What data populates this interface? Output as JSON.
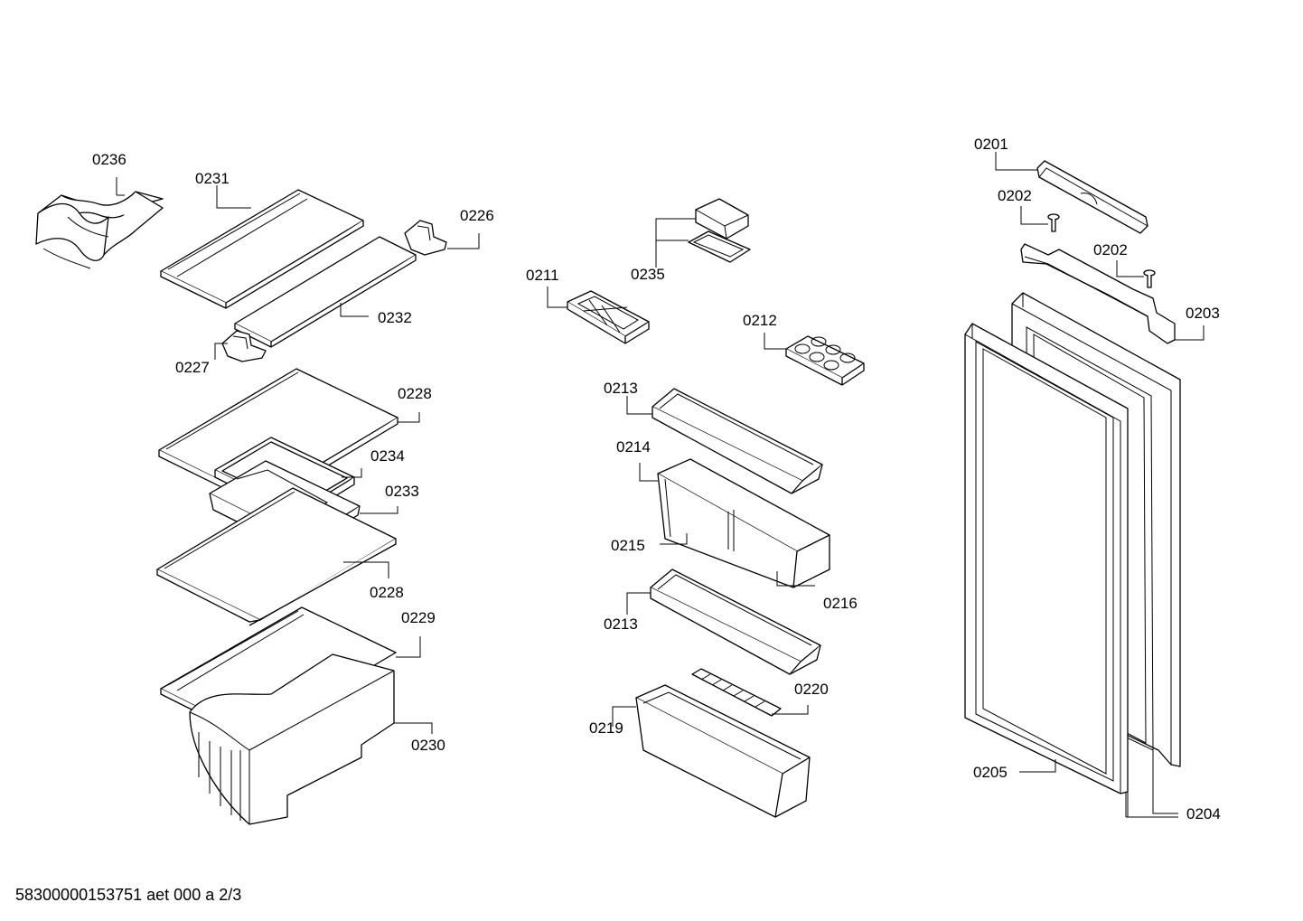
{
  "labels": {
    "p0201": "0201",
    "p0202a": "0202",
    "p0202b": "0202",
    "p0203": "0203",
    "p0204": "0204",
    "p0205": "0205",
    "p0211": "0211",
    "p0212": "0212",
    "p0213a": "0213",
    "p0213b": "0213",
    "p0214": "0214",
    "p0215": "0215",
    "p0216": "0216",
    "p0219": "0219",
    "p0220": "0220",
    "p0226": "0226",
    "p0227": "0227",
    "p0228a": "0228",
    "p0228b": "0228",
    "p0229": "0229",
    "p0230": "0230",
    "p0231": "0231",
    "p0232": "0232",
    "p0233": "0233",
    "p0234": "0234",
    "p0235": "0235",
    "p0236": "0236"
  },
  "footer": {
    "code": "58300000153751 aet 000 a 2/3"
  }
}
